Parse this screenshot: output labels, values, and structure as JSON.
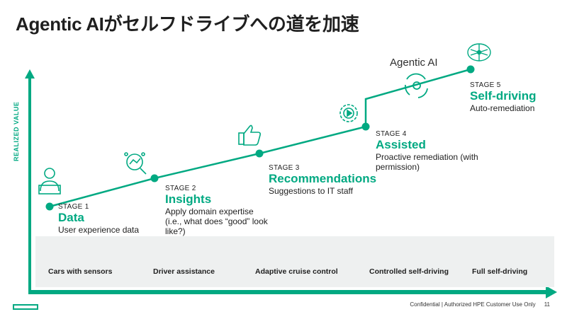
{
  "title": "Agentic AIがセルフドライブへの道を加速",
  "y_axis_label": "REALIZED VALUE",
  "agentic_label": "Agentic AI",
  "stages": [
    {
      "num": "STAGE 1",
      "name": "Data",
      "desc": "User experience data",
      "icon": "person-at-laptop-icon"
    },
    {
      "num": "STAGE 2",
      "name": "Insights",
      "desc": "Apply domain expertise (i.e., what does “good” look like?)",
      "icon": "magnifier-chart-icon"
    },
    {
      "num": "STAGE 3",
      "name": "Recommendations",
      "desc": "Suggestions to IT staff",
      "icon": "thumbs-up-icon"
    },
    {
      "num": "STAGE 4",
      "name": "Assisted",
      "desc": "Proactive remediation (with permission)",
      "icon": "gear-play-icon"
    },
    {
      "num": "STAGE 5",
      "name": "Self-driving",
      "desc": "Auto-remediation",
      "icon": "neural-network-icon"
    }
  ],
  "cars": [
    {
      "label": "Cars with sensors"
    },
    {
      "label": "Driver assistance"
    },
    {
      "label": "Adaptive cruise control"
    },
    {
      "label": "Controlled self-driving"
    },
    {
      "label": "Full self-driving"
    }
  ],
  "footer": {
    "text": "Confidential | Authorized HPE Customer Use Only",
    "page": "11"
  },
  "colors": {
    "accent": "#01a982",
    "band": "#eef0f0",
    "text": "#1f1f1f"
  }
}
